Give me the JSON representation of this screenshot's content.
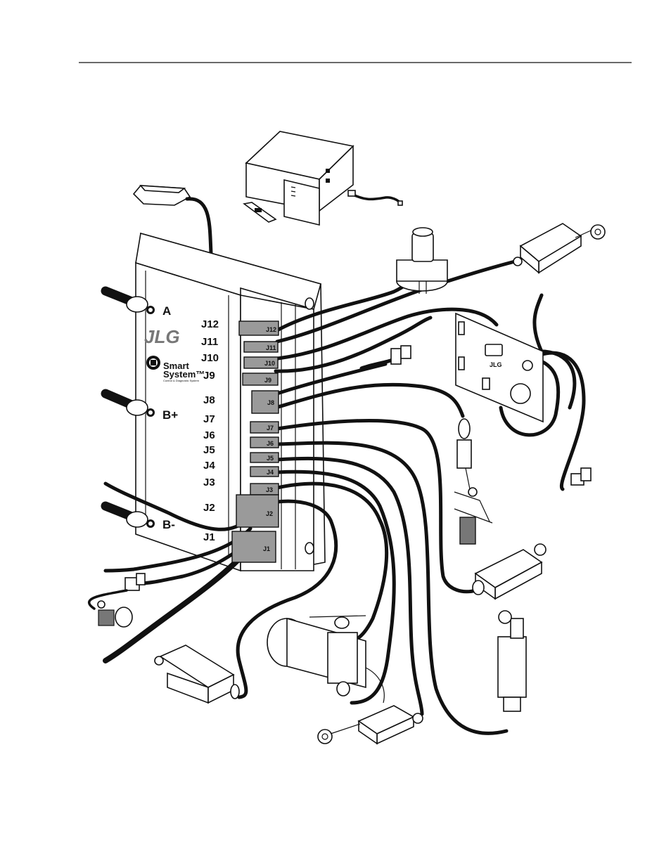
{
  "diagram": {
    "logo_text": "JLG",
    "smart_system_line1": "Smart",
    "smart_system_line2": "System™",
    "smart_system_tagline": "Control & Diagnostic System",
    "post_labels": {
      "a": "A",
      "bplus": "B+",
      "bminus": "B-"
    },
    "jack_labels": [
      "J12",
      "J11",
      "J10",
      "J9",
      "J8",
      "J7",
      "J6",
      "J5",
      "J4",
      "J3",
      "J2",
      "J1"
    ],
    "connector_labels": [
      "J12",
      "J11",
      "J10",
      "J9",
      "J8",
      "J7",
      "J6",
      "J5",
      "J4",
      "J3",
      "J2",
      "J1"
    ]
  }
}
